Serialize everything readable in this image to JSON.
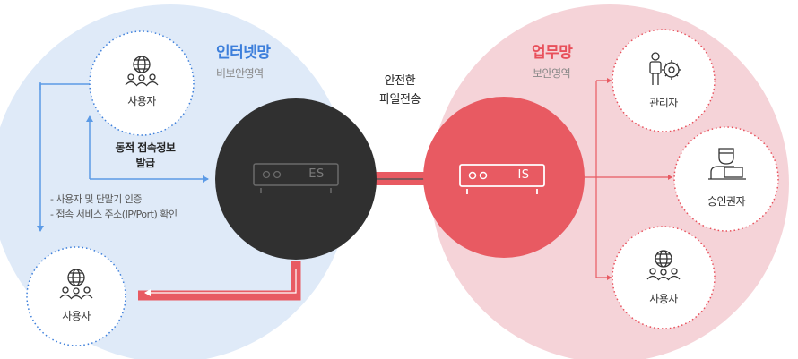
{
  "colors": {
    "internet_zone_bg": "#dfeaf8",
    "business_zone_bg": "#f5d3d8",
    "internet_accent": "#3d7fdb",
    "business_accent": "#e8505b",
    "server_dark": "#303030",
    "server_red": "#e85a62",
    "link_blue": "#5b9ae6",
    "link_red": "#e85a62"
  },
  "internet_zone": {
    "title": "인터넷망",
    "subtitle": "비보안영역"
  },
  "business_zone": {
    "title": "업무망",
    "subtitle": "보안영역"
  },
  "transfer": {
    "line1": "안전한",
    "line2": "파일전송"
  },
  "servers": {
    "es_label": "ES",
    "is_label": "IS"
  },
  "internet_nodes": {
    "top_user": {
      "label": "사용자",
      "icon": "globe-users-icon"
    },
    "bottom_user": {
      "label": "사용자",
      "icon": "globe-users-icon"
    }
  },
  "dynamic_info": {
    "line1": "동적 접속정보",
    "line2": "발급"
  },
  "verify_notes": {
    "line1": "- 사용자 및 단말기 인증",
    "line2": "- 접속 서비스 주소(IP/Port) 확인"
  },
  "business_nodes": {
    "admin": {
      "label": "관리자",
      "icon": "admin-gear-icon"
    },
    "approver": {
      "label": "승인권자",
      "icon": "approver-laptop-icon"
    },
    "user": {
      "label": "사용자",
      "icon": "globe-users-icon"
    }
  }
}
